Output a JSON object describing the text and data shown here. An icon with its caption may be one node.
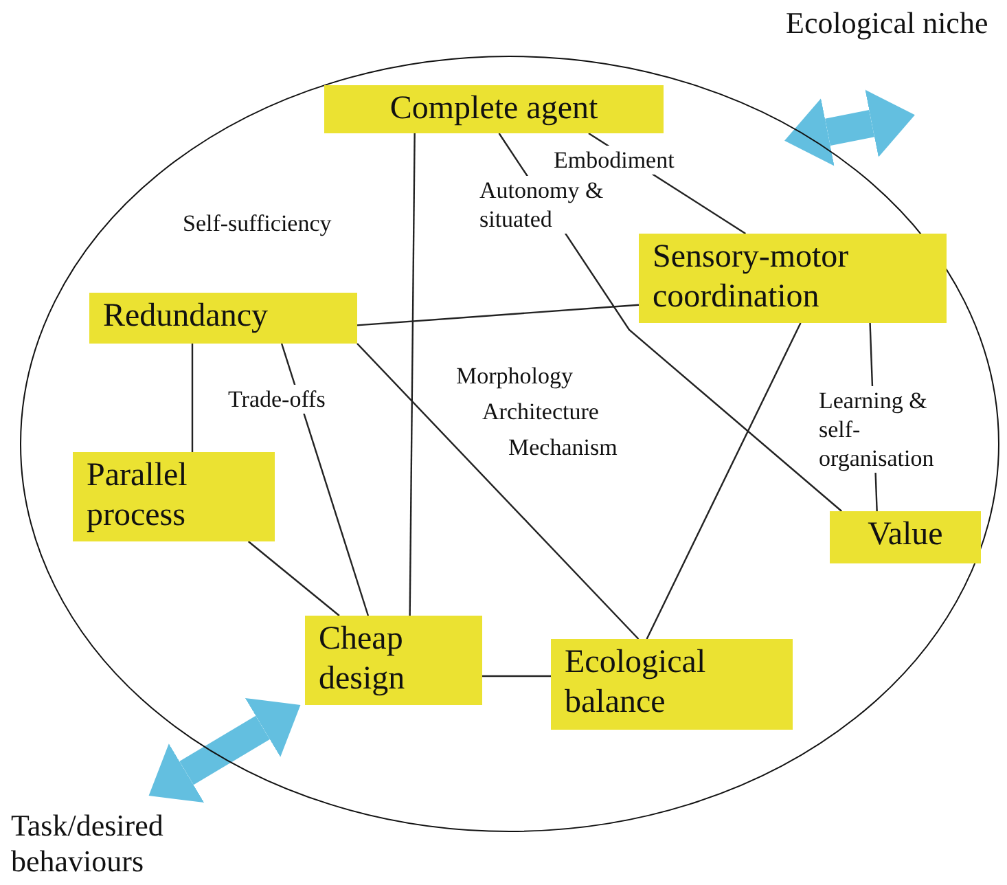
{
  "diagram": {
    "nodes": [
      {
        "text": [
          "Ecological niche"
        ]
      },
      {
        "text": [],
        "shape": "ellipse"
      },
      {
        "text": [
          "Complete agent"
        ],
        "in": 1
      },
      {
        "text": [
          "Sensory-motor coordination"
        ],
        "in": 1
      },
      {
        "text": [
          "Redundancy"
        ],
        "in": 1
      },
      {
        "text": [
          "Parallel process"
        ],
        "in": 1
      },
      {
        "text": [
          "Value"
        ],
        "in": 1
      },
      {
        "text": [
          "Cheap design"
        ],
        "in": 1
      },
      {
        "text": [
          "Ecological balance"
        ],
        "in": 1
      },
      {
        "text": [
          "Task/desired behaviours"
        ]
      }
    ],
    "edges": [
      {
        "from": 0,
        "to": 1,
        "arrow": "both",
        "style": "thick",
        "color": "#63bfe0"
      },
      {
        "from": 2,
        "to": 7,
        "arrow": "none",
        "label": "Self-sufficiency"
      },
      {
        "from": 2,
        "to": 6,
        "arrow": "none",
        "label": "Autonomy & situated"
      },
      {
        "from": 2,
        "to": 3,
        "arrow": "none",
        "label": "Embodiment"
      },
      {
        "from": 4,
        "to": 3,
        "arrow": "none"
      },
      {
        "from": 4,
        "to": 5,
        "arrow": "none"
      },
      {
        "from": 4,
        "to": 7,
        "arrow": "none",
        "label": "Trade-offs"
      },
      {
        "from": 4,
        "to": 8,
        "arrow": "none"
      },
      {
        "from": 3,
        "to": 8,
        "arrow": "none"
      },
      {
        "from": 3,
        "to": 6,
        "arrow": "none",
        "label": "Learning & self-organisation"
      },
      {
        "from": 5,
        "to": 7,
        "arrow": "none"
      },
      {
        "from": 7,
        "to": 8,
        "arrow": "none"
      },
      {
        "from": 9,
        "to": 1,
        "arrow": "both",
        "style": "thick",
        "color": "#63bfe0"
      }
    ],
    "labels": [
      "Morphology",
      "Architecture",
      "Mechanism"
    ]
  }
}
